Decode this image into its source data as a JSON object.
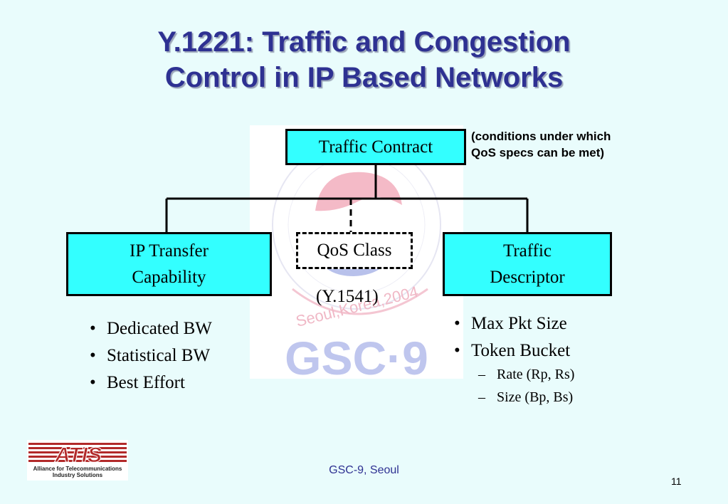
{
  "title": {
    "line1": "Y.1221: Traffic and Congestion",
    "line2": "Control in IP Based Networks"
  },
  "diagram": {
    "root": "Traffic Contract",
    "note_line1": "(conditions under which",
    "note_line2": "QoS specs can be met)",
    "left": {
      "line1": "IP Transfer",
      "line2": "Capability"
    },
    "middle": "QoS Class",
    "middle_ref": "(Y.1541)",
    "right": {
      "line1": "Traffic",
      "line2": "Descriptor"
    }
  },
  "left_bullets": [
    "Dedicated BW",
    "Statistical BW",
    "Best Effort"
  ],
  "right_bullets": [
    "Max Pkt Size",
    "Token Bucket"
  ],
  "right_subbullets": [
    "Rate (Rp, Rs)",
    "Size (Bp, Bs)"
  ],
  "watermark": {
    "ring_text": "Seoul,Korea,2004",
    "brand": "GSC·9",
    "colors": {
      "red": "#f0a8b8",
      "blue": "#a9b4e6"
    }
  },
  "logo": {
    "name": "ATIS",
    "line1": "Alliance for Telecommunications",
    "line2": "Industry Solutions",
    "color": "#b22a2a"
  },
  "footer": "GSC-9, Seoul",
  "page_number": "11",
  "colors": {
    "title": "#2e3192",
    "box_fill": "#33ffff",
    "background": "#e9fcfc"
  }
}
